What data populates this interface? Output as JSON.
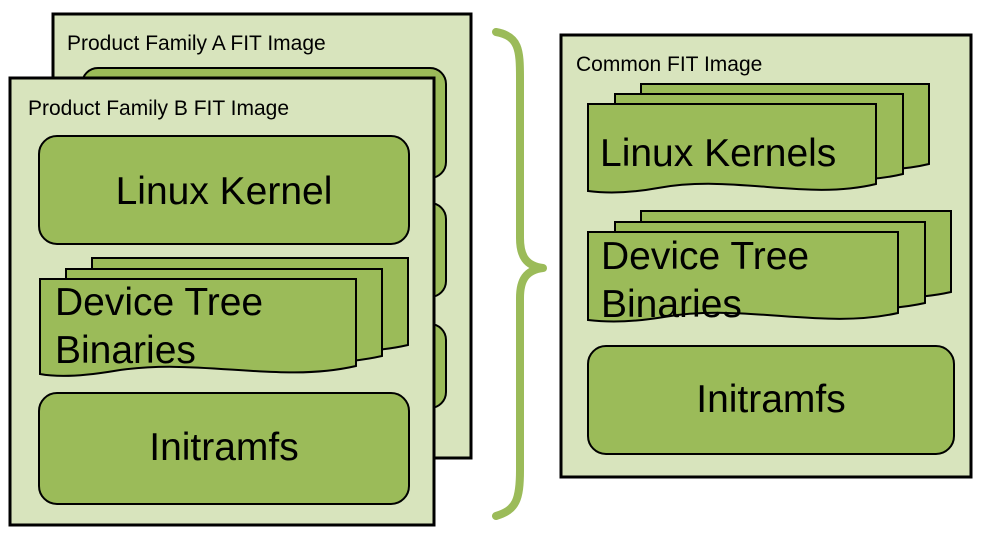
{
  "panels": {
    "family_a": {
      "title": "Product Family A FIT Image"
    },
    "family_b": {
      "title": "Product Family B FIT Image",
      "linux_kernel": "Linux Kernel",
      "device_tree_line1": "Device Tree",
      "device_tree_line2": "Binaries",
      "initramfs": "Initramfs"
    },
    "common": {
      "title": "Common FIT Image",
      "linux_kernels": "Linux Kernels",
      "device_tree_line1": "Device Tree",
      "device_tree_line2": "Binaries",
      "initramfs": "Initramfs"
    }
  },
  "colors": {
    "panel_fill": "#d8e4bd",
    "block_fill": "#9bbb59",
    "brace": "#9bbb59",
    "outline": "#000000"
  }
}
